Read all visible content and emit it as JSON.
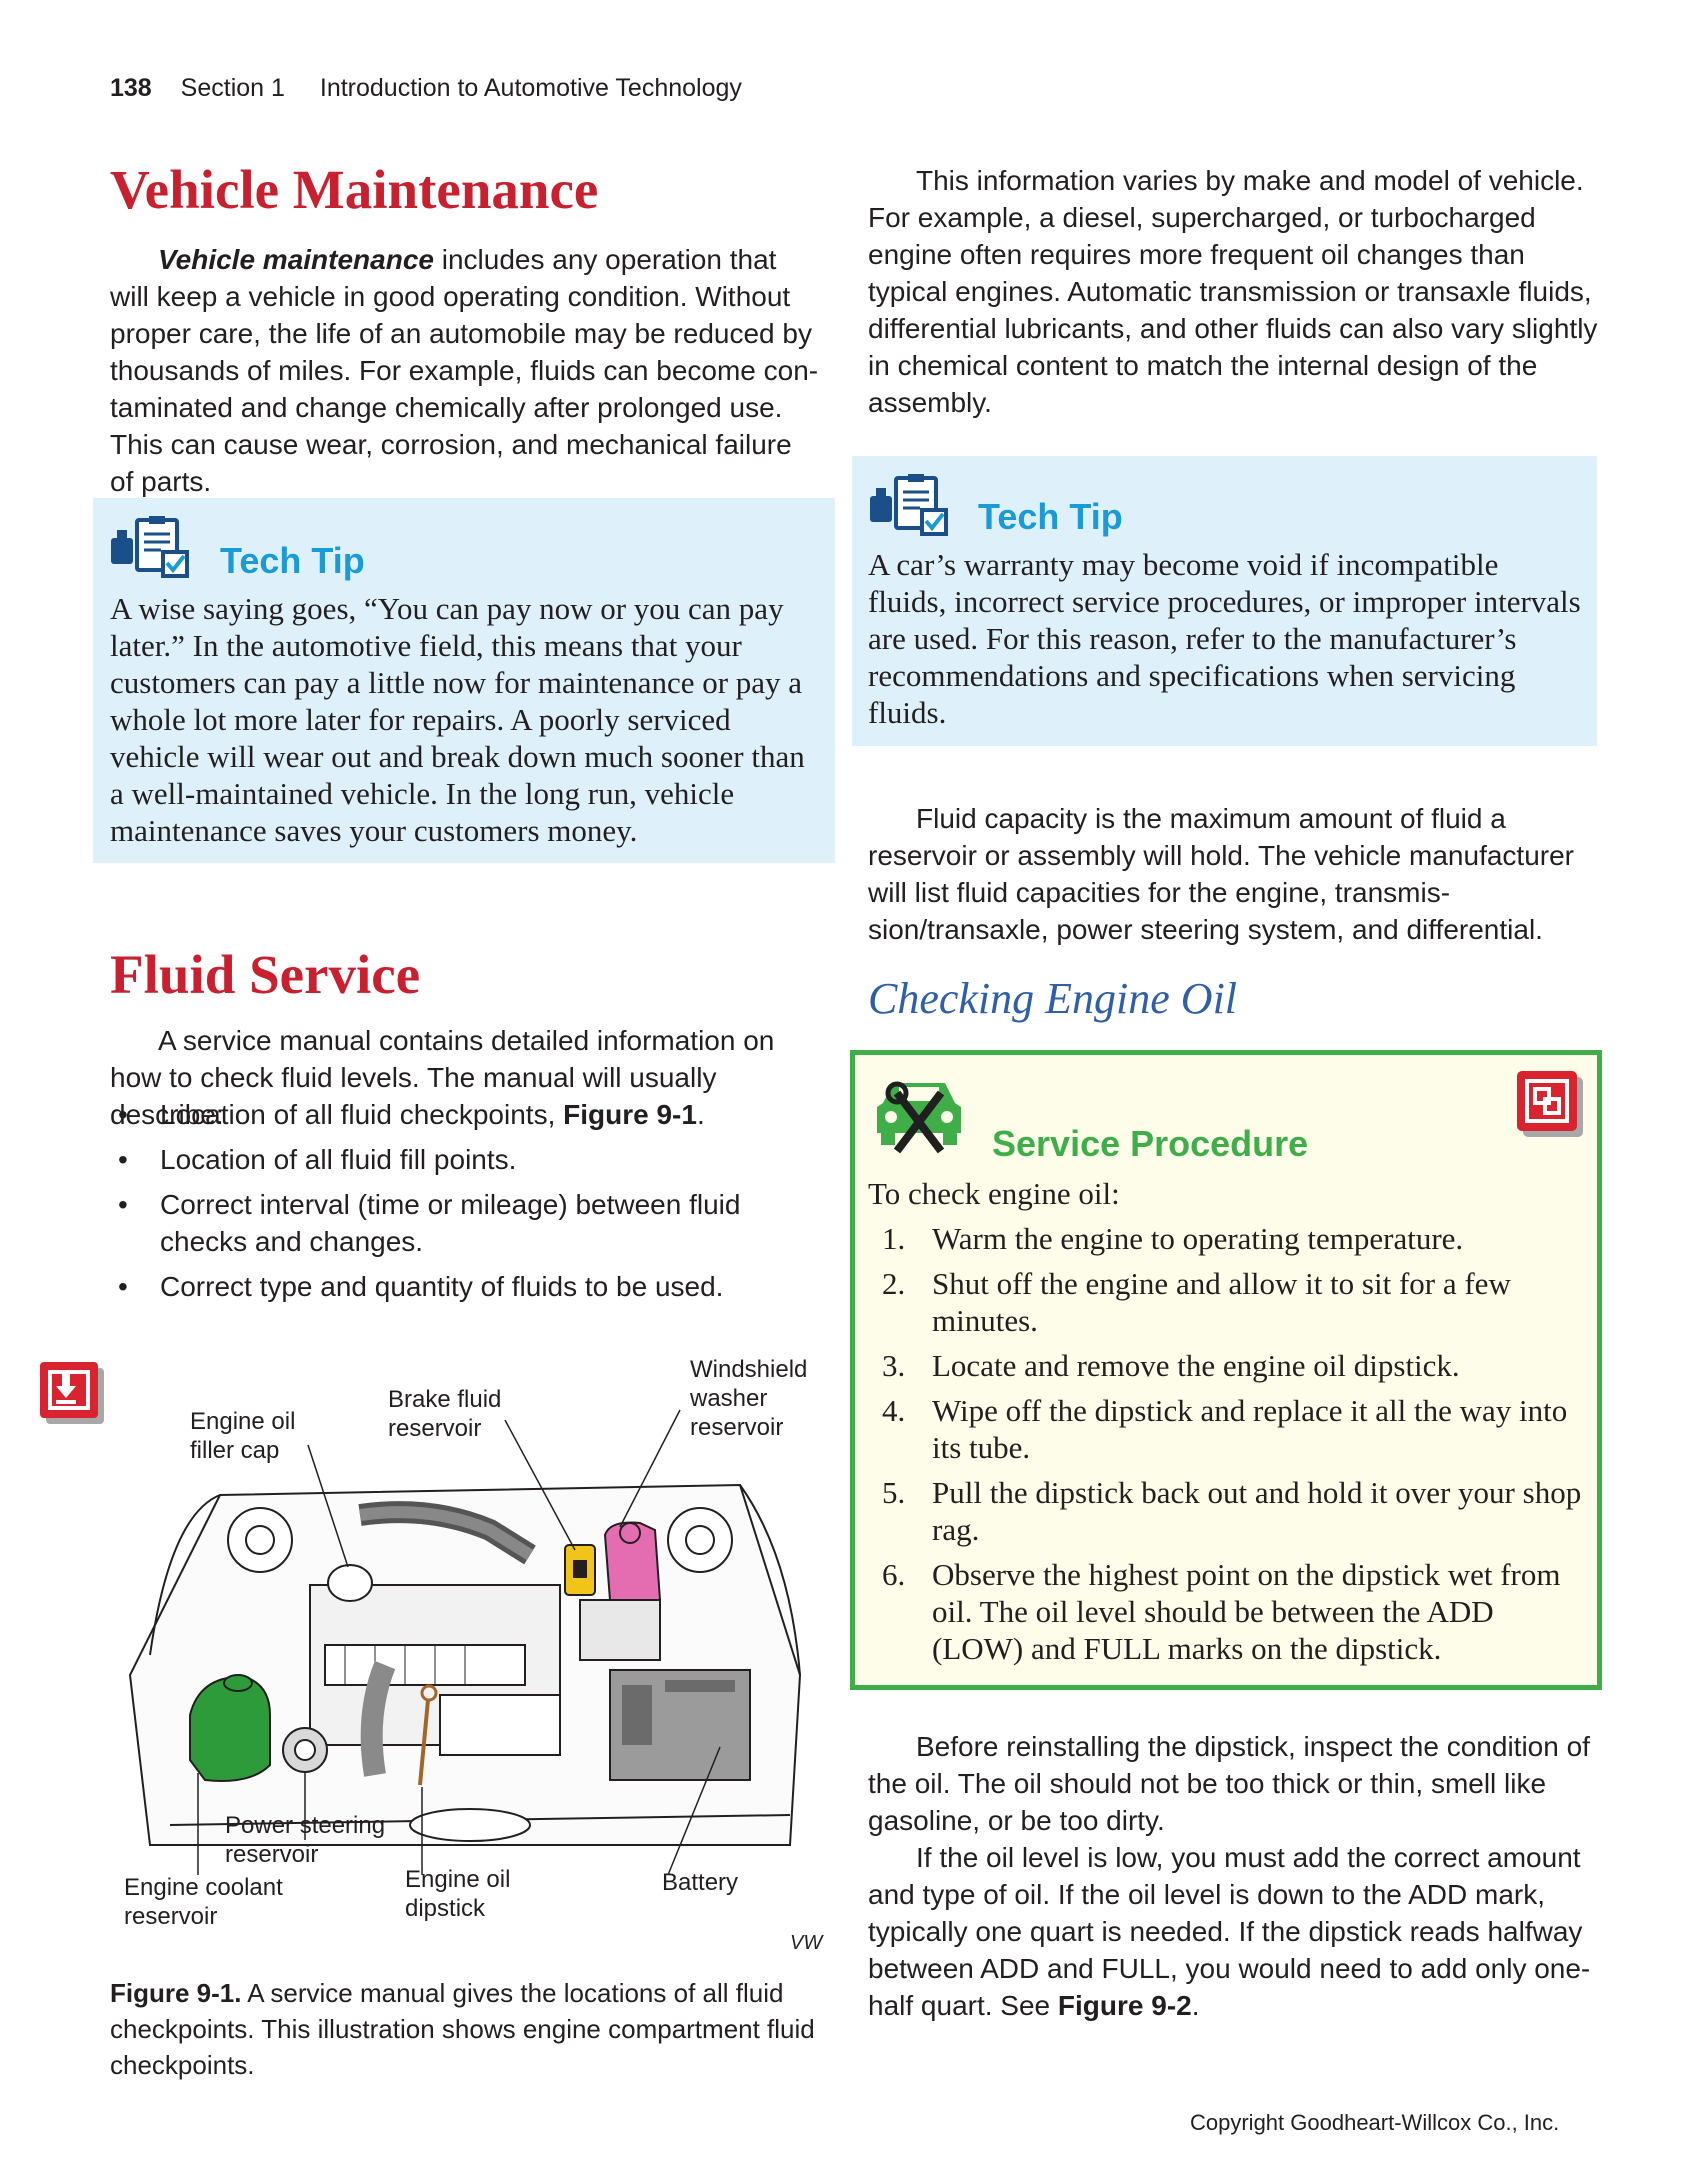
{
  "header": {
    "page_number": "138",
    "section": "Section 1",
    "title": "Introduction to Automotive Technology"
  },
  "vehicle_maintenance": {
    "heading": "Vehicle Maintenance",
    "term": "Vehicle maintenance",
    "para_rest": " includes any operation that will keep a vehicle in good operating condition. Without proper care, the life of an automobile may be reduced by thousands of miles. For example, fluids can become con­taminated and change chemically after prolonged use. This can cause wear, corrosion, and mechanical failure of parts."
  },
  "tech_tip_1": {
    "title": "Tech Tip",
    "body": "A wise saying goes, “You can pay now or you can pay later.” In the automotive field, this means that your customers can pay a little now for maintenance or pay a whole lot more later for repairs. A poorly serviced vehicle will wear out and break down much sooner than a well-maintained vehicle. In the long run, vehicle maintenance saves your customers money."
  },
  "fluid_service": {
    "heading": "Fluid Service",
    "intro": "A service manual contains detailed information on how to check fluid levels. The manual will usually describe:",
    "bullet1_text": "Location of all fluid checkpoints, ",
    "bullet1_ref": "Figure 9-1",
    "bullet1_end": ".",
    "bullet2": "Location of all fluid fill points.",
    "bullet3": "Correct interval (time or mileage) between fluid checks and changes.",
    "bullet4": "Correct type and quantity of fluids to be used."
  },
  "figure": {
    "labels": {
      "oil_cap": "Engine oil\nfiller cap",
      "brake": "Brake fluid\nreservoir",
      "washer": "Windshield\nwasher\nreservoir",
      "power_steering": "Power steering\nreservoir",
      "coolant": "Engine coolant\nreservoir",
      "dipstick": "Engine oil\ndipstick",
      "battery": "Battery"
    },
    "credit": "VW",
    "caption_label": "Figure 9-1.",
    "caption_text": " A service manual gives the locations of all fluid check­points. This illustration shows engine compartment fluid checkpoints."
  },
  "right_intro": "This information varies by make and model of vehicle. For example, a diesel, supercharged, or turbocharged engine often requires more frequent oil changes than typical engines. Automatic transmission or transaxle fluids, differential lubricants, and other fluids can also vary slightly in chemical content to match the internal design of the assembly.",
  "tech_tip_2": {
    "title": "Tech Tip",
    "body": "A car’s warranty may become void if incompatible fluids, incorrect service procedures, or improper intervals are used. For this reason, refer to the manufacturer’s recommendations and specifica­tions when servicing fluids."
  },
  "fluid_capacity": "Fluid capacity is the maximum amount of fluid a reservoir or assembly will hold. The vehicle manufac­turer will list fluid capacities for the engine, transmis­sion/transaxle, power steering system, and differential.",
  "checking_oil": {
    "heading": "Checking Engine Oil",
    "proc_title": "Service Procedure",
    "lead": "To check engine oil:",
    "steps": [
      {
        "n": "1.",
        "t": "Warm the engine to operating temperature."
      },
      {
        "n": "2.",
        "t": "Shut off the engine and allow it to sit for a few minutes."
      },
      {
        "n": "3.",
        "t": "Locate and remove the engine oil dipstick."
      },
      {
        "n": "4.",
        "t": "Wipe off the dipstick and replace it all the way into its tube."
      },
      {
        "n": "5.",
        "t": "Pull the dipstick back out and hold it over your shop rag."
      },
      {
        "n": "6.",
        "t": "Observe the highest point on the dipstick wet from oil. The oil level should be between the ADD (LOW) and FULL marks on the dipstick."
      }
    ]
  },
  "after_proc_1": "Before reinstalling the dipstick, inspect the condi­tion of the oil. The oil should not be too thick or thin, smell like gasoline, or be too dirty.",
  "after_proc_2_text": "If the oil level is low, you must add the correct amount and type of oil. If the oil level is down to the ADD mark, typically one quart is needed. If the dipstick reads halfway between ADD and FULL, you would need to add only one-half quart. See ",
  "after_proc_2_ref": "Figure 9-2",
  "after_proc_2_end": ".",
  "copyright": "Copyright Goodheart-Willcox Co., Inc.",
  "colors": {
    "heading_red": "#c8202f",
    "tip_bg": "#def1fa",
    "tip_title": "#1a9ad6",
    "proc_border": "#3fae49",
    "proc_bg": "#fdfde9",
    "italic_heading": "#2f5fa8"
  },
  "icons": {
    "tech_tip": "checklist-icon",
    "service_procedure": "car-wrench-icon",
    "web_link": "link-icon",
    "download": "download-icon"
  }
}
